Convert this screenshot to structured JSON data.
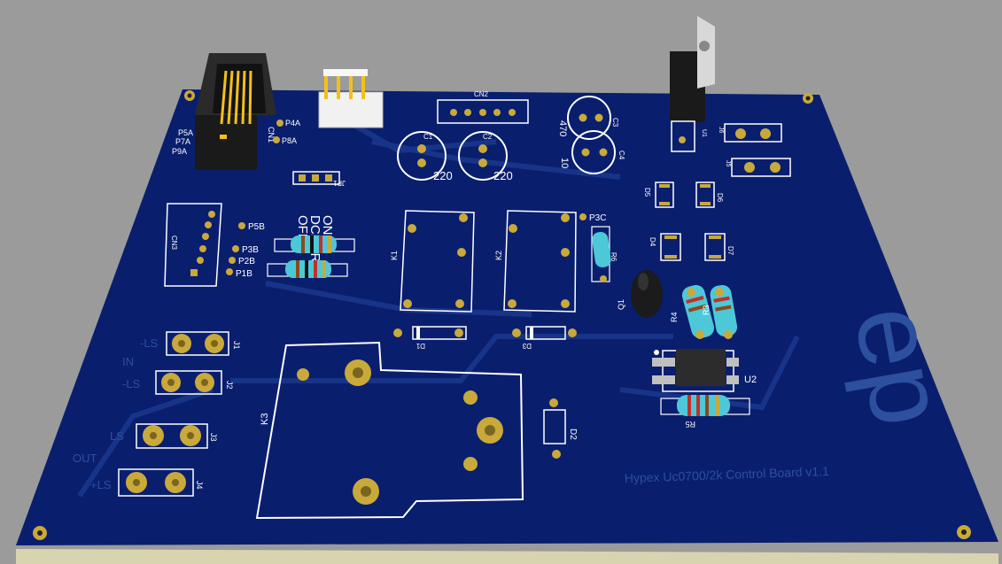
{
  "board": {
    "title": "Hypex Uc0700/2k Control Board v1.1",
    "logo_text": "ep"
  },
  "labels": {
    "cn1": "CN1",
    "cn2": "CN2",
    "cn3": "CN3",
    "jp1": "JP1",
    "jp1_on": "ON",
    "jp1_dcerr": "DCERR",
    "jp1_off": "OFF",
    "p5a": "P5A",
    "p7a": "P7A",
    "p9a": "P9A",
    "p4a": "P4A",
    "p8a": "P8A",
    "p5b": "P5B",
    "p3b": "P3B",
    "p2b": "P2B",
    "p1b": "P1B",
    "p3c": "P3C",
    "c1": "C1",
    "c2": "C2",
    "c3": "C3",
    "c4": "C4",
    "cap_220_a": "220",
    "cap_220_b": "220",
    "cap_470": "470",
    "cap_10": "10",
    "k1": "K1",
    "k2": "K2",
    "k3": "K3",
    "d1": "D1",
    "d2": "D2",
    "d3": "D3",
    "d4": "D4",
    "d5": "D5",
    "d6": "D6",
    "d7": "D7",
    "r4": "R4",
    "r3": "R3",
    "r5": "R5",
    "r6": "R6",
    "q1": "Q1",
    "u1": "U1",
    "u2": "U2",
    "j1": "J1",
    "j2": "J2",
    "j3": "J3",
    "j4": "J4",
    "j5": "J5",
    "j6": "J6",
    "in": "IN",
    "out": "OUT",
    "j1_side": "-LS",
    "j2_side": "-LS",
    "j3_side": "LS",
    "j4_side": "+LS"
  },
  "colors": {
    "background": "#9b9b9b",
    "pcb": "#0a1e6e",
    "pcb_edge": "#d9d4b0",
    "silkscreen": "#ffffff",
    "pad_gold": "#c9a93a"
  }
}
